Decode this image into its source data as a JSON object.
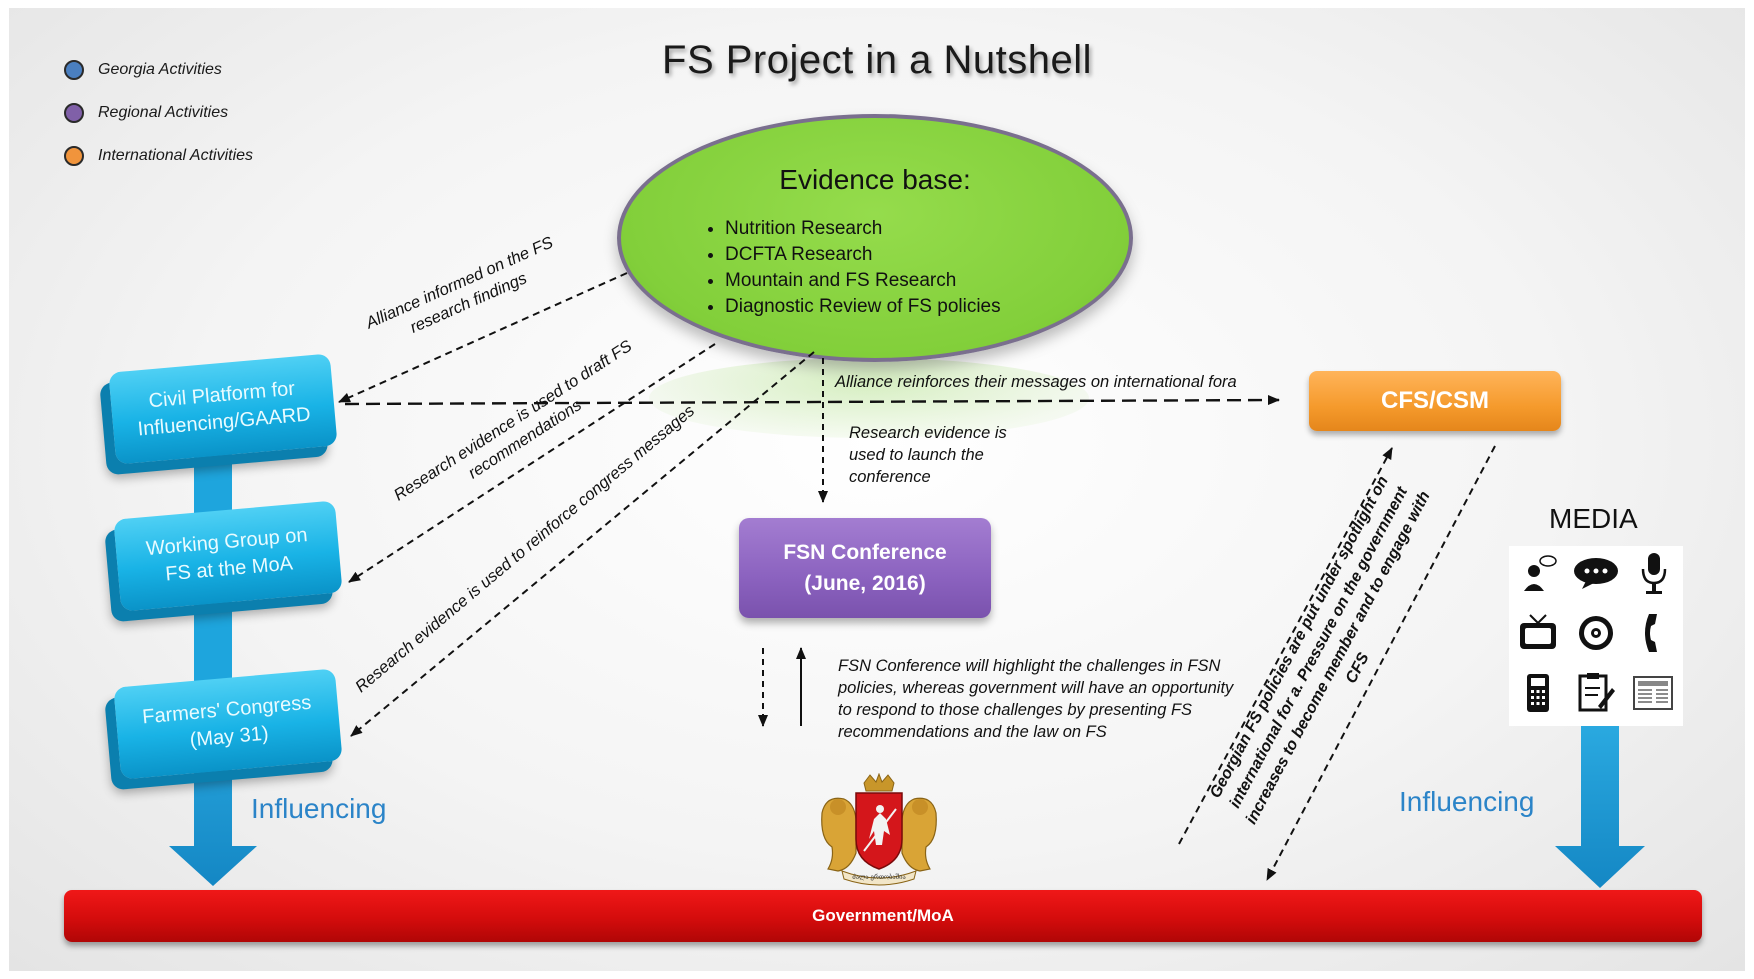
{
  "title": "FS Project in a Nutshell",
  "legend": [
    {
      "label": "Georgia Activities",
      "color": "#4a7fc0"
    },
    {
      "label": "Regional Activities",
      "color": "#8060a8"
    },
    {
      "label": "International Activities",
      "color": "#f0943c"
    }
  ],
  "evidence": {
    "title": "Evidence base:",
    "items": [
      "Nutrition Research",
      "DCFTA Research",
      "Mountain and FS Research",
      "Diagnostic Review of FS policies"
    ]
  },
  "boxes": {
    "civil": "Civil Platform for Influencing/GAARD",
    "working": "Working Group on FS at the MoA",
    "farmers": "Farmers' Congress (May 31)",
    "cfs": "CFS/CSM",
    "fsn_line1": "FSN Conference",
    "fsn_line2": "(June, 2016)"
  },
  "arrow_labels": {
    "alliance_informed": "Alliance informed on the FS research  findings",
    "draft": "Research evidence is used to draft FS recommendations",
    "congress": "Research evidence is used to reinforce congress messages",
    "international": "Alliance reinforces their messages on international fora",
    "launch": "Research evidence is used to launch the conference",
    "conference_note": "FSN Conference will highlight the challenges in FSN policies, whereas government will have an opportunity to respond to those challenges by presenting FS recommendations and the law on FS",
    "cfs_pressure": "Georgian FS policies are put under spotlight on international for a. Pressure on the government increases to become member and to engage with CFS"
  },
  "influencing_left": "Influencing",
  "influencing_right": "Influencing",
  "media": {
    "label": "MEDIA",
    "icons": [
      "speaker-person-icon",
      "chat-bubbles-icon",
      "microphone-icon",
      "television-icon",
      "disc-icon",
      "telephone-icon",
      "mobile-phone-icon",
      "clipboard-icon",
      "newspaper-icon"
    ]
  },
  "emblem_text": "ძალა ერთობაშია",
  "government": "Government/MoA"
}
